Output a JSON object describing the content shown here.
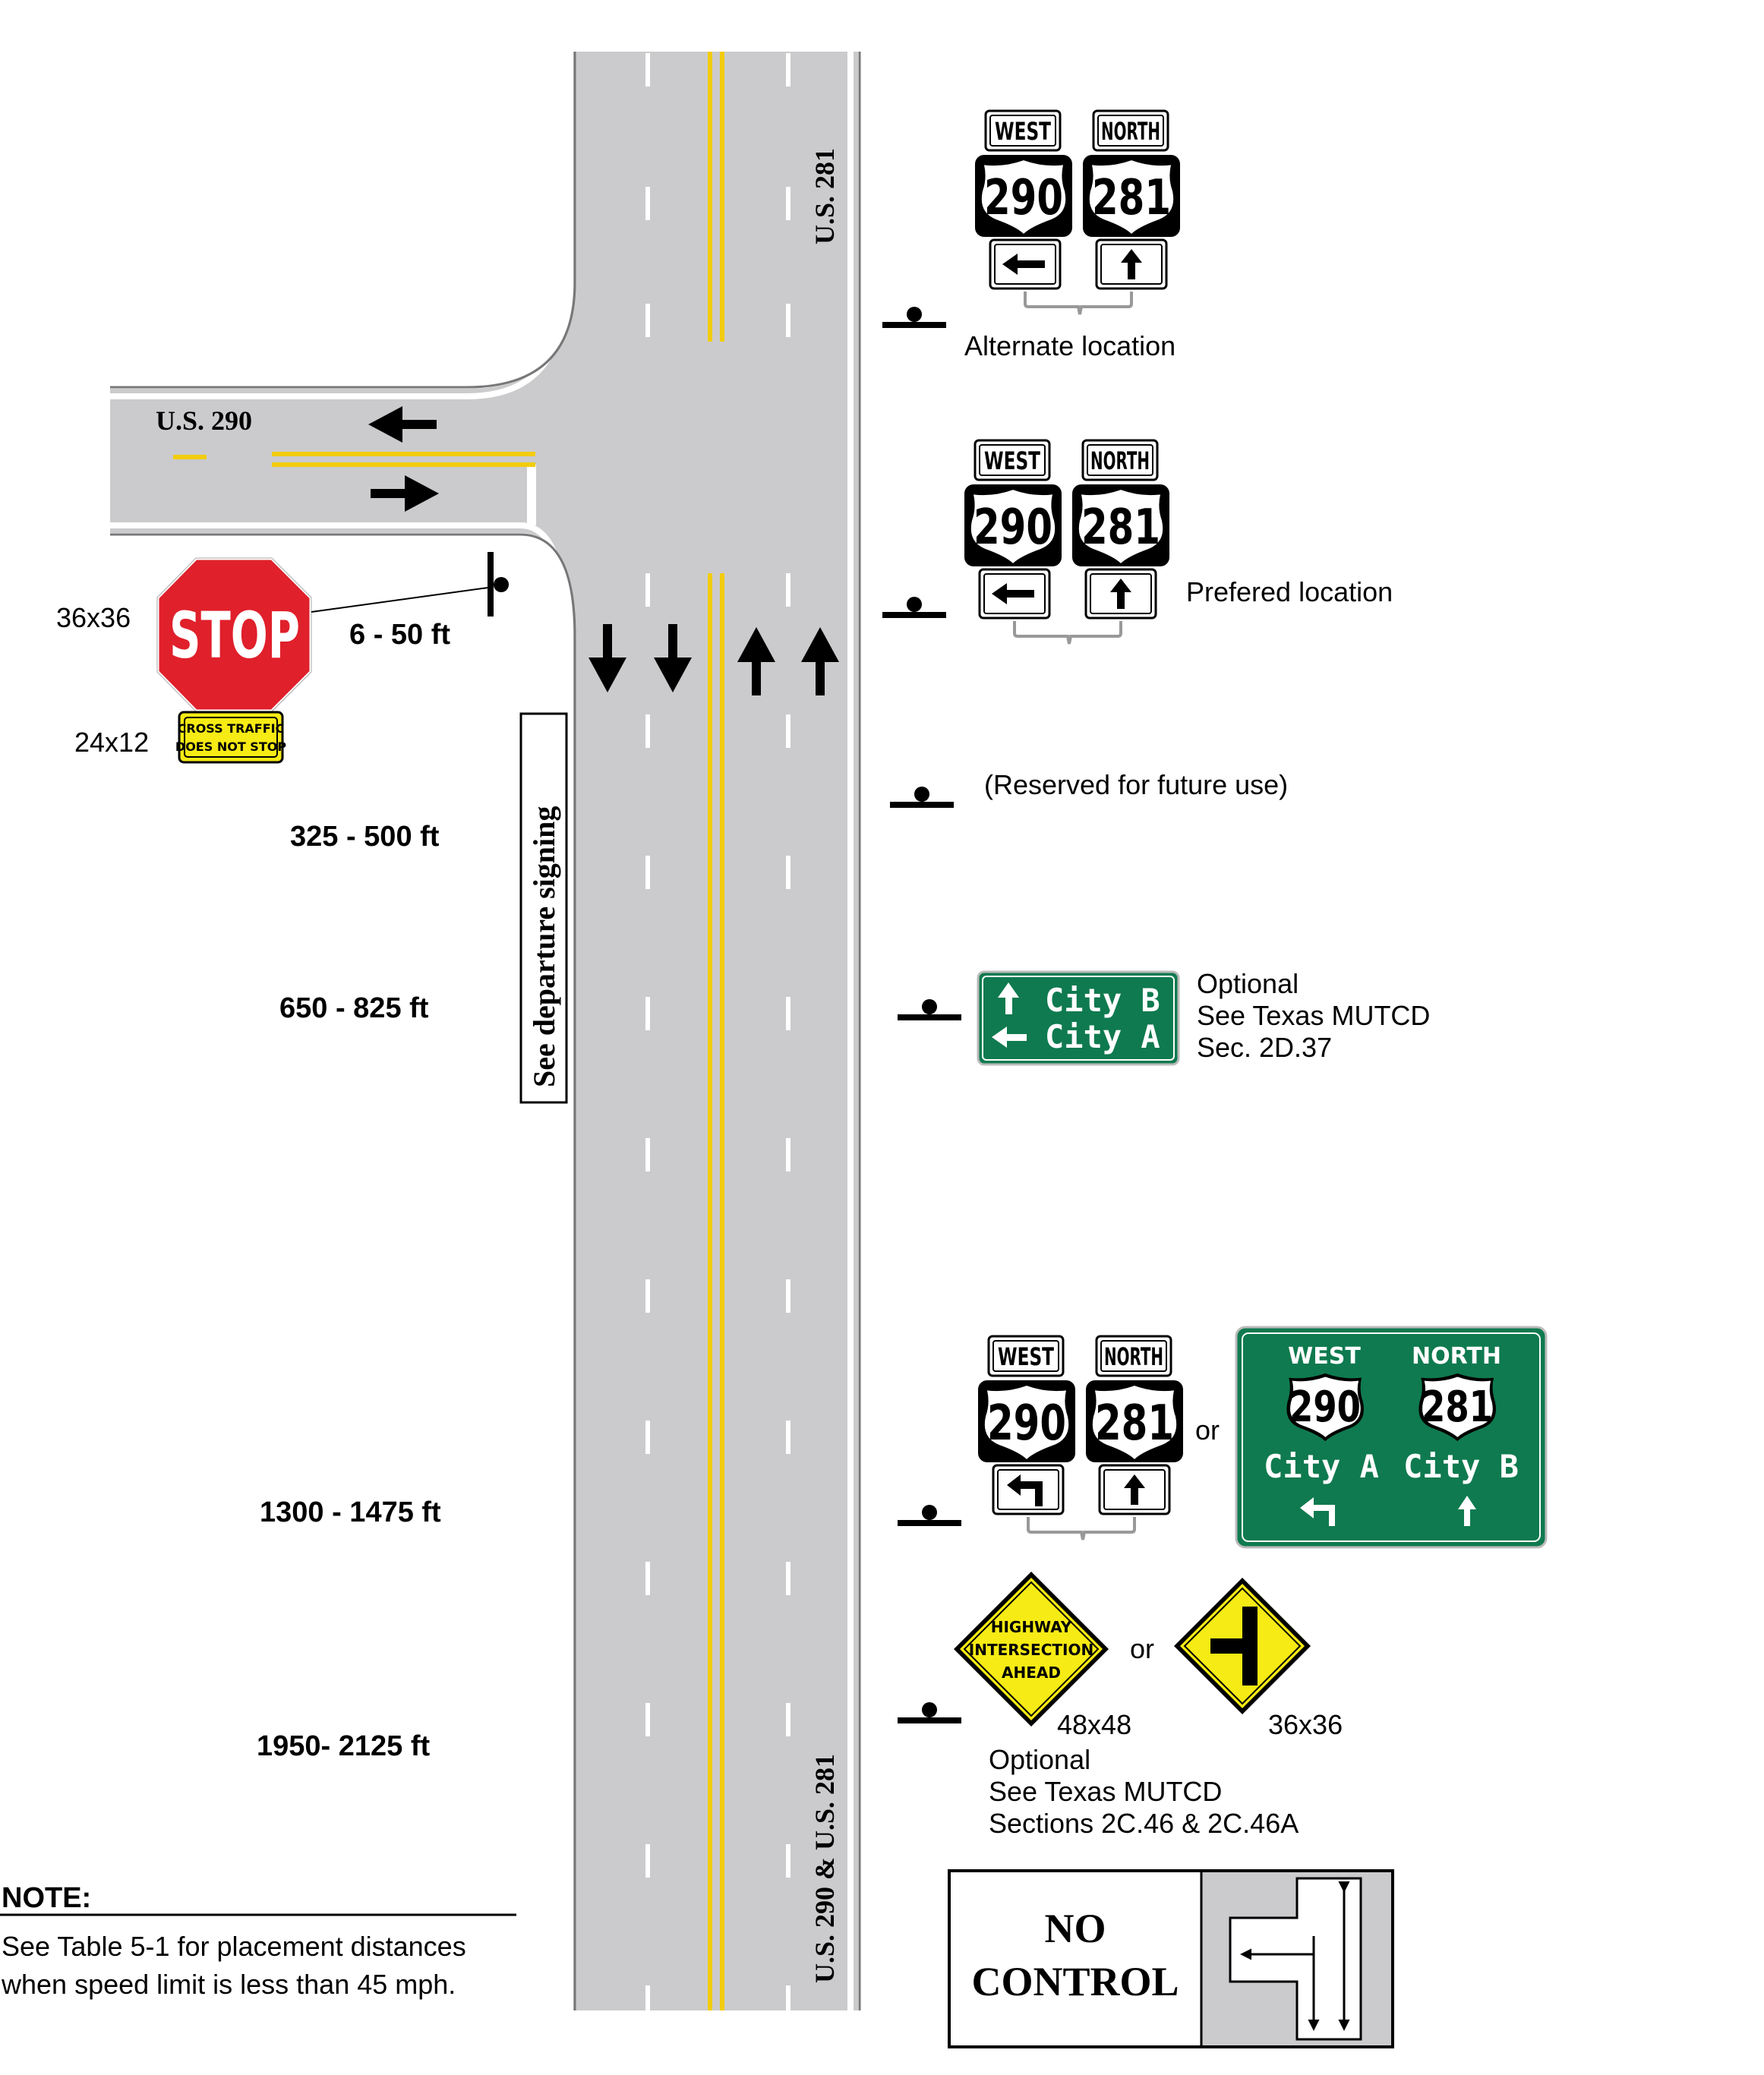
{
  "colors": {
    "road": "#cbcbcd",
    "center_line": "#f2cc0d",
    "guide_green": "#0f7a4f",
    "stop_red": "#e0202b",
    "warning_yellow": "#f6eb14",
    "no_control_gray": "#cbcbcd"
  },
  "roads": {
    "vertical_top_label": "U.S. 281",
    "horizontal_label": "U.S. 290",
    "vertical_bottom_label": "U.S. 290 & U.S. 281",
    "departure_label": "See departure signing"
  },
  "distances": {
    "d1": "6 - 50 ft",
    "d2": "325 - 500 ft",
    "d3": "650 - 825 ft",
    "d4": "1300 - 1475 ft",
    "d5": "1950-  2125 ft"
  },
  "stop_sign": {
    "text": "STOP",
    "size": "36x36",
    "plaque_line1": "CROSS TRAFFIC",
    "plaque_line2": "DOES NOT STOP",
    "plaque_size": "24x12"
  },
  "route_assembly": {
    "west": "WEST",
    "north": "NORTH",
    "route_290": "290",
    "route_281": "281"
  },
  "labels": {
    "alternate_location": "Alternate location",
    "preferred_location": "Prefered location",
    "reserved": "(Reserved for future use)",
    "or_1": "or",
    "or_2": "or"
  },
  "destination_sign": {
    "line1": "City B",
    "line2": "City A",
    "note_line1": "Optional",
    "note_line2": "See Texas MUTCD",
    "note_line3": "Sec. 2D.37"
  },
  "guide_sign": {
    "west": "WEST",
    "north": "NORTH",
    "route_290": "290",
    "route_281": "281",
    "city_a": "City A",
    "city_b": "City B"
  },
  "warning_signs": {
    "text_line1": "HIGHWAY",
    "text_line2": "INTERSECTION",
    "text_line3": "AHEAD",
    "size_text_sign": "48x48",
    "size_symbol_sign": "36x36",
    "note_line1": "Optional",
    "note_line2": "See Texas MUTCD",
    "note_line3": "Sections 2C.46 & 2C.46A"
  },
  "no_control": {
    "line1": "NO",
    "line2": "CONTROL"
  },
  "note": {
    "title": "NOTE:",
    "line1": "See Table 5-1 for placement distances",
    "line2": "when speed limit is less than 45 mph."
  }
}
